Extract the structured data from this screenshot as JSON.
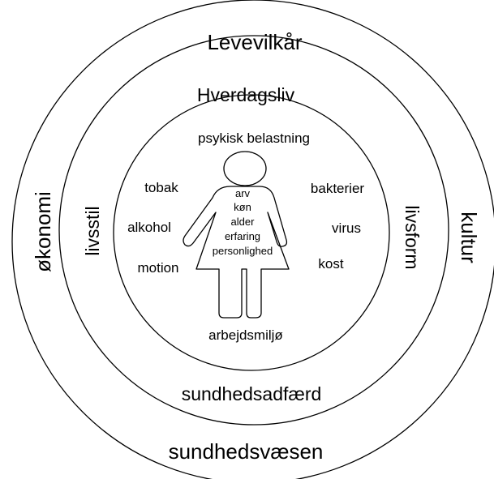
{
  "outer_ring": {
    "top": "Levevilkår",
    "bottom": "sundhedsvæsen",
    "left": "økonomi",
    "right": "kultur"
  },
  "middle_ring": {
    "top": "Hverdagsliv",
    "bottom": "sundhedsadfærd",
    "left": "livsstil",
    "right": "livsform"
  },
  "inner_circle": {
    "top": "psykisk belastning",
    "bottom": "arbejdsmiljø",
    "left_items": [
      "tobak",
      "alkohol",
      "motion"
    ],
    "right_items": [
      "bakterier",
      "virus",
      "kost"
    ]
  },
  "figure": {
    "lines": [
      "arv",
      "køn",
      "alder",
      "erfaring",
      "personlighed"
    ]
  }
}
